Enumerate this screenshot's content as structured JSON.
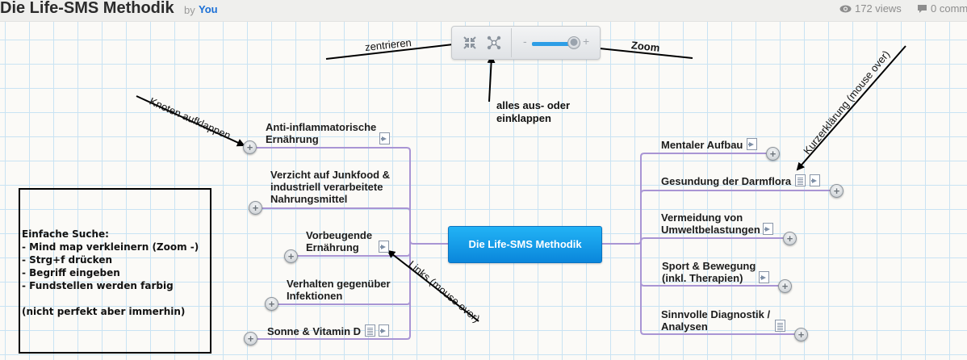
{
  "header": {
    "title": "Die Life-SMS Methodik",
    "by": "by",
    "author": "You",
    "views": "172 views",
    "comments": "0 comm"
  },
  "toolbar": {
    "center_icon": "compress-arrows-icon",
    "collapse_all_icon": "node-network-icon",
    "zoom_minus": "-",
    "zoom_plus": "+",
    "zoom_level_fraction": 0.9
  },
  "annotations": {
    "zentrieren": "zentrieren",
    "zoom": "Zoom",
    "alles_line1": "alles aus- oder",
    "alles_line2": "einklappen",
    "knoten": "Knoten aufklappen",
    "links": "Links (mouse over)",
    "kurzerklaerung": "Kurzerklärung (mouse over)"
  },
  "search_box": {
    "text": "Einfache Suche:\n- Mind map verkleinern (Zoom -)\n- Strg+f drücken\n- Begriff eingeben\n- Fundstellen werden farbig\n\n(nicht perfekt aber immerhin)"
  },
  "root": {
    "label": "Die Life-SMS Methodik",
    "color": "#1a9de8"
  },
  "left_nodes": [
    {
      "line1": "Anti-inflammatorische",
      "line2": "Ernährung",
      "line3": "",
      "icons": [
        "link"
      ]
    },
    {
      "line1": "Verzicht auf Junkfood &",
      "line2": "industriell verarbeitete",
      "line3": "Nahrungsmittel",
      "icons": []
    },
    {
      "line1": "Vorbeugende",
      "line2": "Ernährung",
      "line3": "",
      "icons": [
        "link"
      ]
    },
    {
      "line1": "Verhalten gegenüber",
      "line2": "Infektionen",
      "line3": "",
      "icons": []
    },
    {
      "line1": "Sonne & Vitamin D",
      "line2": "",
      "line3": "",
      "icons": [
        "note",
        "link"
      ]
    }
  ],
  "right_nodes": [
    {
      "line1": "Mentaler Aufbau",
      "line2": "",
      "icons": [
        "link"
      ]
    },
    {
      "line1": "Gesundung der Darmflora",
      "line2": "",
      "icons": [
        "note",
        "link"
      ]
    },
    {
      "line1": "Vermeidung von",
      "line2": "Umweltbelastungen",
      "icons": [
        "link"
      ]
    },
    {
      "line1": "Sport & Bewegung",
      "line2": "(inkl. Therapien)",
      "icons": [
        "link"
      ]
    },
    {
      "line1": "Sinnvolle Diagnostik /",
      "line2": "Analysen",
      "icons": [
        "note"
      ]
    }
  ],
  "colors": {
    "connector": "#a995d4",
    "grid": "#c9e3f3",
    "author_link": "#1a6fd6"
  }
}
